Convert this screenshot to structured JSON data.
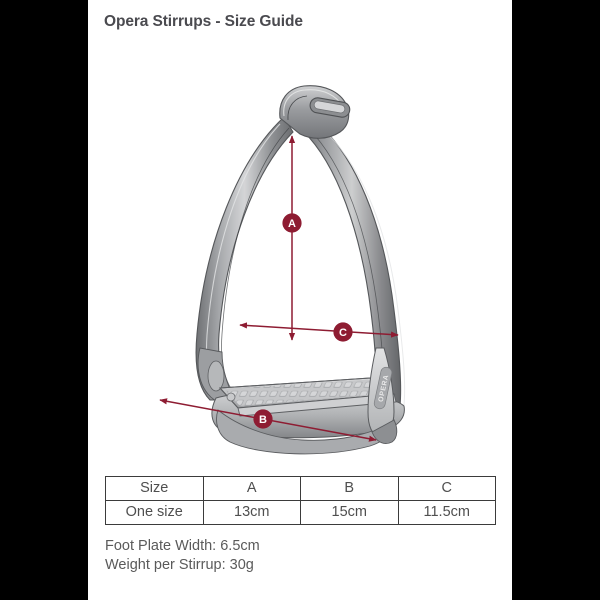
{
  "page": {
    "title": "Opera Stirrups - Size Guide",
    "background_color": "#000000",
    "content_background": "#ffffff"
  },
  "diagram": {
    "name": "stirrup-size-diagram",
    "product": "Opera Stirrup",
    "brand_label": "OPERA",
    "metal_color": "#8d8f92",
    "metal_light": "#d8d9db",
    "metal_dark": "#6a6c6f",
    "dimension_color": "#8e1c32",
    "markers": [
      {
        "id": "A",
        "label": "A",
        "measures": "height",
        "orientation": "vertical"
      },
      {
        "id": "B",
        "label": "B",
        "measures": "overall-depth",
        "orientation": "diagonal"
      },
      {
        "id": "C",
        "label": "C",
        "measures": "tread-width",
        "orientation": "horizontal"
      }
    ]
  },
  "table": {
    "name": "size-guide-table",
    "columns": [
      "Size",
      "A",
      "B",
      "C"
    ],
    "rows": [
      [
        "One size",
        "13cm",
        "15cm",
        "11.5cm"
      ]
    ]
  },
  "notes": {
    "foot_plate_width": "Foot Plate Width: 6.5cm",
    "weight_per_stirrup": "Weight per Stirrup: 30g"
  }
}
